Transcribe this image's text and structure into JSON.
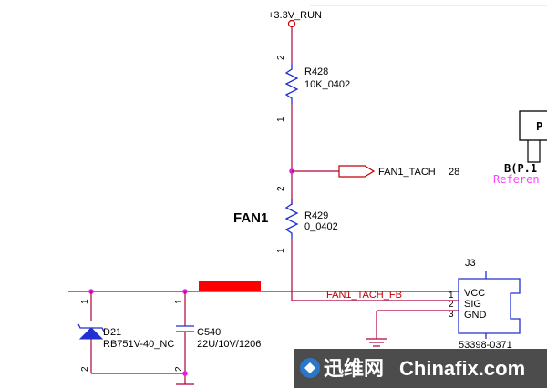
{
  "page_title": "FAN1",
  "power_rail": "+3.3V_RUN",
  "r428": {
    "ref": "R428",
    "value": "10K_0402",
    "pin_top": "2",
    "pin_bottom": "1"
  },
  "r429": {
    "ref": "R429",
    "value": "0_0402",
    "pin_top": "2",
    "pin_bottom": "1"
  },
  "offpage": {
    "net": "FAN1_TACH",
    "page": "28"
  },
  "net_label": "FAN1_TACH_FB",
  "d21": {
    "ref": "D21",
    "value": "RB751V-40_NC",
    "pin_top": "1",
    "pin_bottom": "2"
  },
  "c540": {
    "ref": "C540",
    "value": "22U/10V/1206",
    "pin_top": "1",
    "pin_bottom": "2"
  },
  "j3": {
    "ref": "J3",
    "part": "53398-0371",
    "pins": [
      {
        "num": "1",
        "name": "VCC"
      },
      {
        "num": "2",
        "name": "SIG"
      },
      {
        "num": "3",
        "name": "GND"
      }
    ]
  },
  "right_block": {
    "text": "B(P.1",
    "box_label": "P",
    "note": "Referen"
  },
  "watermark": {
    "cn": "迅维网",
    "en": "Chinafix.com"
  },
  "colors": {
    "wire": "#b00040",
    "component": "#2030d0",
    "net_label": "#c00000",
    "highlight": "#ff0000",
    "note": "#ff44ff",
    "junction": "#e020e0"
  }
}
